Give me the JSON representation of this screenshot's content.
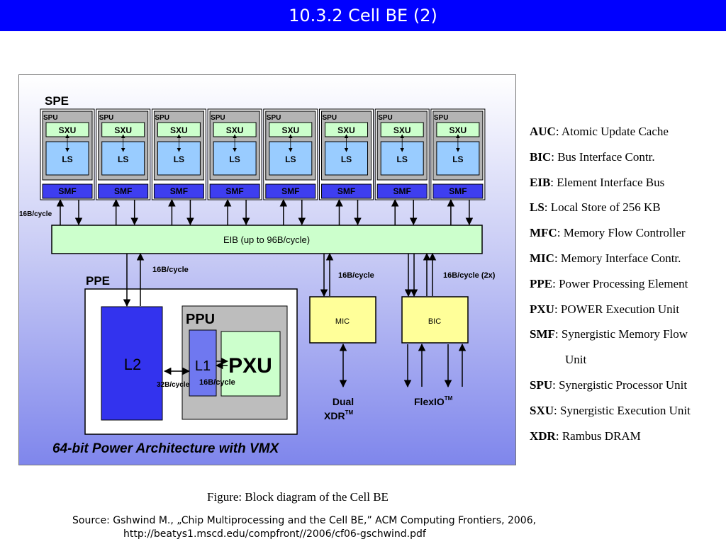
{
  "slide": {
    "title": "10.3.2 Cell BE (2)"
  },
  "diagram": {
    "spe_label": "SPE",
    "spus": [
      {
        "spu": "SPU",
        "sxu": "SXU",
        "ls": "LS",
        "smf": "SMF"
      },
      {
        "spu": "SPU",
        "sxu": "SXU",
        "ls": "LS",
        "smf": "SMF"
      },
      {
        "spu": "SPU",
        "sxu": "SXU",
        "ls": "LS",
        "smf": "SMF"
      },
      {
        "spu": "SPU",
        "sxu": "SXU",
        "ls": "LS",
        "smf": "SMF"
      },
      {
        "spu": "SPU",
        "sxu": "SXU",
        "ls": "LS",
        "smf": "SMF"
      },
      {
        "spu": "SPU",
        "sxu": "SXU",
        "ls": "LS",
        "smf": "SMF"
      },
      {
        "spu": "SPU",
        "sxu": "SXU",
        "ls": "LS",
        "smf": "SMF"
      },
      {
        "spu": "SPU",
        "sxu": "SXU",
        "ls": "LS",
        "smf": "SMF"
      }
    ],
    "spe_bandwidth": "16B/cycle",
    "eib_label": "EIB (up to 96B/cycle)",
    "ppe_label": "PPE",
    "ppe_bandwidth": "16B/cycle",
    "l2_label": "L2",
    "ppu_label": "PPU",
    "l1_label": "L1",
    "pxu_label": "PXU",
    "l2_l1_bandwidth": "32B/cycle",
    "l1_pxu_bandwidth": "16B/cycle",
    "mic_label": "MIC",
    "mic_bandwidth": "16B/cycle",
    "bic_label": "BIC",
    "bic_bandwidth": "16B/cycle (2x)",
    "dual_xdr_line1": "Dual",
    "dual_xdr_line2": "XDR",
    "dual_xdr_tm": "TM",
    "flexio_label": "FlexIO",
    "flexio_tm": "TM",
    "footer": "64-bit Power Architecture with VMX"
  },
  "legend": [
    {
      "abbr": "AUC",
      "text": ": Atomic Update Cache"
    },
    {
      "abbr": "BIC",
      "text": ": Bus Interface Contr."
    },
    {
      "abbr": "EIB",
      "text": ": Element Interface Bus"
    },
    {
      "abbr": "LS",
      "text": ":   Local Store of 256 KB"
    },
    {
      "abbr": "MFC",
      "text": ": Memory Flow Controller"
    },
    {
      "abbr": "MIC",
      "text": ": Memory Interface Contr."
    },
    {
      "abbr": "PPE",
      "text": ": Power Processing Element"
    },
    {
      "abbr": "PXU",
      "text": ": POWER Execution Unit"
    },
    {
      "abbr": "SMF",
      "text": ": Synergistic Memory Flow"
    },
    {
      "abbr": "",
      "text": "Unit"
    },
    {
      "abbr": "SPU",
      "text": ": Synergistic Processor Unit"
    },
    {
      "abbr": "SXU",
      "text": ": Synergistic Execution Unit"
    },
    {
      "abbr": "XDR",
      "text": ": Rambus DRAM"
    }
  ],
  "caption": "Figure: Block diagram of the Cell BE",
  "source": {
    "line1": "Source: Gshwind M., „Chip Multiprocessing and the Cell BE,” ACM Computing Frontiers, 2006,",
    "line2": "http://beatys1.mscd.edu/compfront//2006/cf06-gschwind.pdf"
  }
}
